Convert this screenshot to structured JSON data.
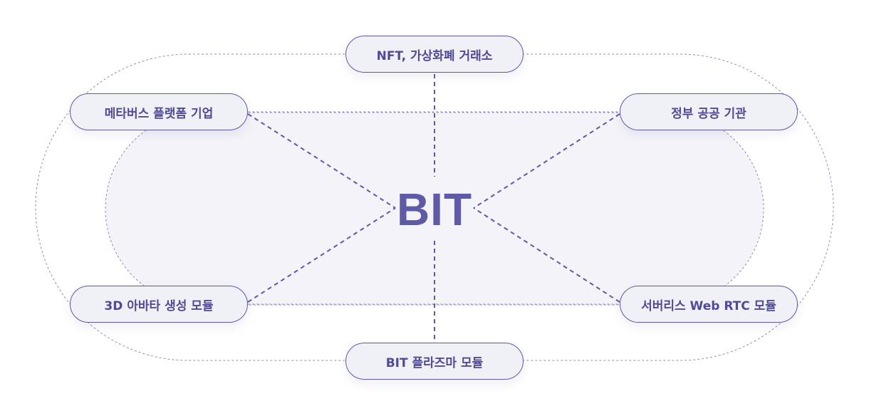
{
  "center": {
    "label": "BIT"
  },
  "nodes": {
    "top": "NFT, 가상화폐 거래소",
    "top_left": "메타버스 플랫폼 기업",
    "top_right": "정부 공공 기관",
    "bottom_left": "3D 아바타 생성 모듈",
    "bottom_right": "서버리스 Web RTC 모듈",
    "bottom": "BIT 플라즈마 모듈"
  },
  "colors": {
    "accent": "#5e5aa6",
    "node_fill": "#f0f0f7",
    "inner_fill": "#f3f3f8"
  }
}
